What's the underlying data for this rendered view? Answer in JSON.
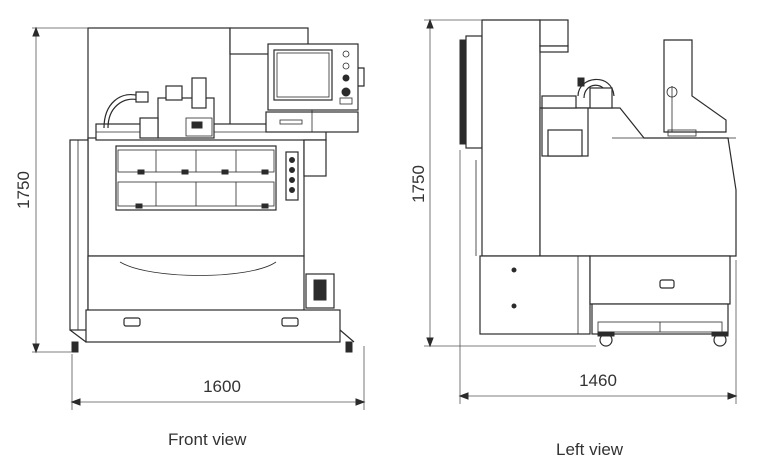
{
  "front_view": {
    "caption": "Front view",
    "height_dim": "1750",
    "width_dim": "1600"
  },
  "left_view": {
    "caption": "Left view",
    "height_dim": "1750",
    "depth_dim": "1460"
  }
}
